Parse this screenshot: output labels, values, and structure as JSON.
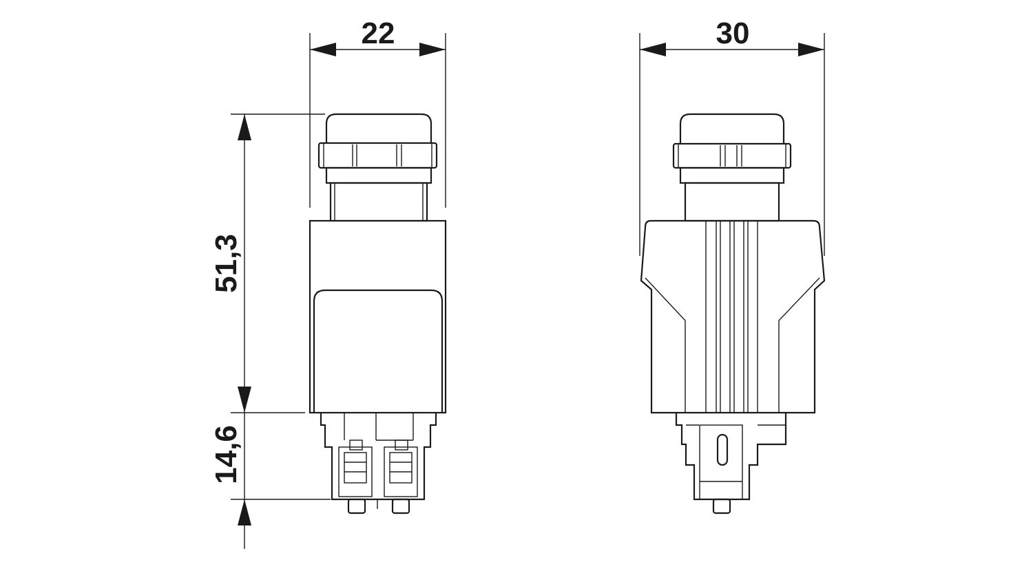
{
  "dimensions": {
    "width_side": "22",
    "width_front": "30",
    "height_body": "51,3",
    "height_pins": "14,6"
  },
  "colors": {
    "line": "#1a1a1a",
    "background": "#ffffff"
  }
}
